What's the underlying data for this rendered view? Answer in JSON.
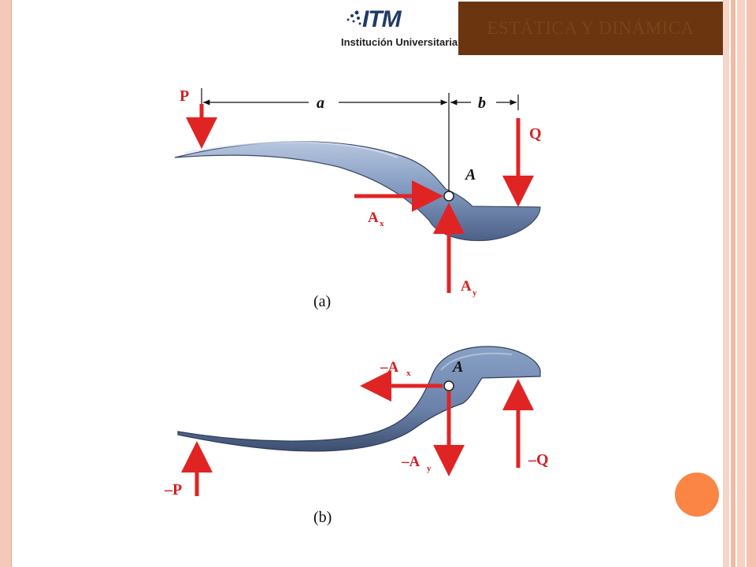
{
  "header": {
    "logo_mark": "ITM",
    "logo_text": "Institución Universitaria",
    "title": "ESTÁTICA Y DINÁMICA"
  },
  "colors": {
    "title_box": "#6b3510",
    "title_text": "#7b4318",
    "accent_dot": "#fa8545",
    "force_arrow": "#e02424",
    "body_steel": "#7f95b8",
    "stripe": "#f4c9b8"
  },
  "figure_a": {
    "caption": "(a)",
    "label_P": "P",
    "label_Q": "Q",
    "label_A": "A",
    "label_Ax_main": "A",
    "label_Ax_sub": "x",
    "label_Ay_main": "A",
    "label_Ay_sub": "y",
    "dim_a": "a",
    "dim_b": "b"
  },
  "figure_b": {
    "caption": "(b)",
    "label_P": "–P",
    "label_Q": "–Q",
    "label_A": "A",
    "label_Ax_main": "–A",
    "label_Ax_sub": "x",
    "label_Ay_main": "–A",
    "label_Ay_sub": "y"
  }
}
